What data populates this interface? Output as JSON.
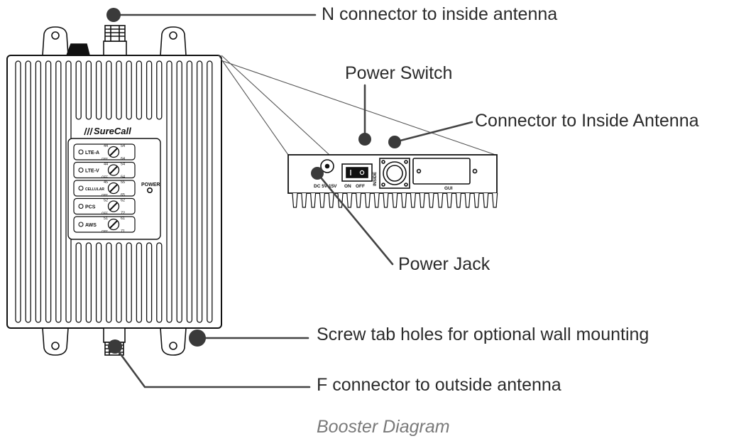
{
  "callouts": {
    "n_connector": "N connector to inside antenna",
    "power_switch": "Power Switch",
    "connector_inside": "Connector to Inside Antenna",
    "power_jack": "Power Jack",
    "screw_tabs": "Screw tab holes for optional wall mounting",
    "f_connector": "F connector to outside antenna"
  },
  "caption": "Booster Diagram",
  "device": {
    "brand": "SureCall",
    "power_label": "POWER",
    "bands": [
      {
        "name": "LTE-A",
        "low": "44",
        "high": "54",
        "off": "OFF",
        "max": "64"
      },
      {
        "name": "LTE-V",
        "low": "44",
        "high": "54",
        "off": "OFF",
        "max": "64"
      },
      {
        "name": "CELLULAR",
        "low": "45",
        "high": "55",
        "off": "OFF",
        "max": "65"
      },
      {
        "name": "PCS",
        "low": "52",
        "high": "62",
        "off": "OFF",
        "max": "72"
      },
      {
        "name": "AWS",
        "low": "51",
        "high": "61",
        "off": "OFF",
        "max": "71"
      }
    ]
  },
  "side_panel": {
    "dc_label": "DC 5V-15V",
    "on_label": "ON",
    "off_label": "OFF",
    "inside_label": "INSIDE",
    "gui_label": "GUI"
  },
  "colors": {
    "line": "#111111",
    "leader": "#444444",
    "dot": "#3a3a3a",
    "text": "#2b2b2b",
    "caption": "#7a7a7a"
  }
}
